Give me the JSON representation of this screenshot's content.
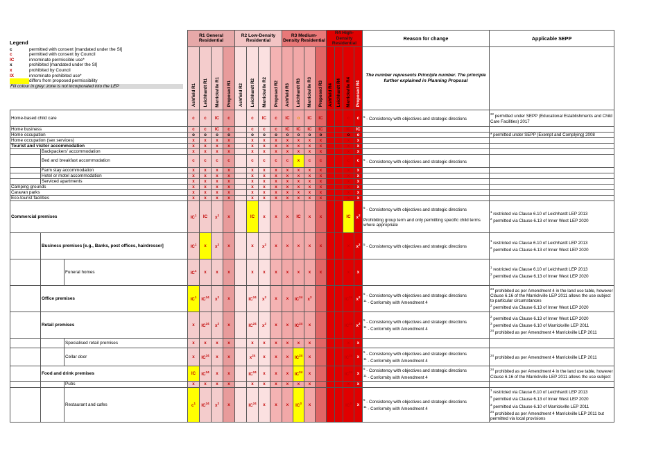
{
  "legend": {
    "title": "Legend",
    "items": [
      {
        "code": "c",
        "red": false,
        "yellow": false,
        "text": "permitted with consent [mandated under the SI]"
      },
      {
        "code": "c",
        "red": true,
        "yellow": false,
        "text": "permitted with consent by Council"
      },
      {
        "code": "IC",
        "red": true,
        "yellow": false,
        "text": "innominate permissible use*"
      },
      {
        "code": "x",
        "red": false,
        "yellow": false,
        "text": "prohibited [mandated under the SI]"
      },
      {
        "code": "x",
        "red": true,
        "yellow": false,
        "text": "prohibited by Council"
      },
      {
        "code": "IX",
        "red": true,
        "yellow": false,
        "text": "innominate prohibited use*"
      },
      {
        "code": "",
        "red": false,
        "yellow": true,
        "text": "differs from proposed permissibility"
      }
    ],
    "note": "Fill colour in grey: zone is not incorporated into the LEP"
  },
  "zones": [
    {
      "label": "R1 General Residential",
      "cols": [
        "Ashfield R1",
        "Leichhardt R1",
        "Marrickville R1",
        "Proposed R1"
      ]
    },
    {
      "label": "R2 Low-Density Residential",
      "cols": [
        "Ashfield R2",
        "Leichhardt R2",
        "Marrickville R2",
        "Proposed R2"
      ]
    },
    {
      "label": "R3 Medium-Density Residential",
      "cols": [
        "Ashfield R3",
        "Leichhardt R3",
        "Marrickville R3",
        "Proposed R3"
      ]
    },
    {
      "label": "R4 High-Density Residential",
      "cols": [
        "Ashfield R4",
        "Leichhardt R4",
        "Marrickville R4",
        "Proposed R4"
      ]
    }
  ],
  "headers": {
    "reason": "Reason for change",
    "sepp": "Applicable SEPP",
    "reason_note": "The number represents Principle number. The principle further explained in Planning Proposal"
  },
  "rows": [
    {
      "label": "Home-based child care",
      "level": 0,
      "bold": false,
      "h": 24,
      "vals": [
        "c",
        "c",
        "IC",
        "c",
        "",
        "c",
        "IC",
        "c",
        "IC",
        "o",
        "IC",
        "IC",
        "",
        "",
        "c",
        "c"
      ],
      "reason": "5 - Consistency with objectives and strategic directions",
      "sepp": "22 permitted under SEPP (Educational Establishments and Child Care Facilities) 2017"
    },
    {
      "label": "Home business",
      "level": 0,
      "bold": false,
      "h": 8,
      "vals": [
        "c",
        "c",
        "IC",
        "c",
        "",
        "c",
        "c",
        "c",
        "IC",
        "IC",
        "IC",
        "IC",
        "",
        "",
        "IC",
        "IC"
      ],
      "reason": "",
      "sepp": ""
    },
    {
      "label": "Home occupation",
      "level": 0,
      "bold": false,
      "h": 8,
      "vals": [
        "o",
        "o",
        "o",
        "o",
        "",
        "o",
        "o",
        "o",
        "o",
        "o",
        "o",
        "o",
        "",
        "",
        "o",
        "o"
      ],
      "reason": "",
      "sepp": "* permitted under SEPP (Exempt and Complying) 2008"
    },
    {
      "label": "Home occupation (sex services)",
      "level": 0,
      "bold": false,
      "h": 8,
      "vals": [
        "x",
        "x",
        "x",
        "x",
        "",
        "x",
        "x",
        "x",
        "x",
        "x",
        "x",
        "x",
        "",
        "",
        "x",
        "x"
      ],
      "reason": "",
      "sepp": ""
    },
    {
      "label": "Tourist and visitor accommodation",
      "level": 0,
      "bold": true,
      "h": 8,
      "vals": [
        "x",
        "x",
        "x",
        "x",
        "",
        "x",
        "x",
        "x",
        "x",
        "x",
        "x",
        "x",
        "",
        "",
        "x",
        "x"
      ],
      "reason": "",
      "sepp": ""
    },
    {
      "label": "Backpackers' accommodation",
      "level": 1,
      "bold": false,
      "h": 8,
      "vals": [
        "x",
        "x",
        "x",
        "x",
        "",
        "x",
        "x",
        "x",
        "x",
        "x",
        "x",
        "x",
        "",
        "",
        "x",
        "x"
      ],
      "reason": "",
      "sepp": ""
    },
    {
      "label": "Bed and breakfast accommodation",
      "level": 1,
      "bold": false,
      "h": 19,
      "vals": [
        "c",
        "c",
        "c",
        "c",
        "",
        "c",
        "c",
        "c",
        "c",
        "x",
        "c",
        "c",
        "",
        "",
        "c",
        "c"
      ],
      "reason": "5 - Consistency with objectives and strategic directions",
      "sepp": ""
    },
    {
      "label": "Farm stay accommodation",
      "level": 1,
      "bold": false,
      "h": 8,
      "vals": [
        "x",
        "x",
        "x",
        "x",
        "",
        "x",
        "x",
        "x",
        "x",
        "x",
        "x",
        "x",
        "",
        "",
        "x",
        "x"
      ],
      "reason": "",
      "sepp": ""
    },
    {
      "label": "Hotel or motel accommodation",
      "level": 1,
      "bold": false,
      "h": 8,
      "vals": [
        "x",
        "x",
        "x",
        "x",
        "",
        "x",
        "x",
        "x",
        "x",
        "x",
        "x",
        "x",
        "",
        "",
        "x",
        "x"
      ],
      "reason": "",
      "sepp": ""
    },
    {
      "label": "Serviced apartments",
      "level": 1,
      "bold": false,
      "h": 8,
      "vals": [
        "x",
        "x",
        "x",
        "x",
        "",
        "x",
        "x",
        "x",
        "x",
        "x",
        "x",
        "x",
        "",
        "",
        "x",
        "x"
      ],
      "reason": "",
      "sepp": ""
    },
    {
      "label": "Camping grounds",
      "level": 0,
      "bold": false,
      "h": 8,
      "vals": [
        "x",
        "x",
        "x",
        "x",
        "",
        "x",
        "x",
        "x",
        "x",
        "x",
        "x",
        "x",
        "",
        "",
        "x",
        "x"
      ],
      "reason": "",
      "sepp": ""
    },
    {
      "label": "Caravan parks",
      "level": 0,
      "bold": false,
      "h": 8,
      "vals": [
        "x",
        "x",
        "x",
        "x",
        "",
        "x",
        "x",
        "x",
        "x",
        "x",
        "x",
        "x",
        "",
        "",
        "x",
        "x"
      ],
      "reason": "",
      "sepp": ""
    },
    {
      "label": "Eco-tourist facilities",
      "level": 0,
      "bold": false,
      "h": 8,
      "vals": [
        "x",
        "x",
        "x",
        "x",
        "",
        "x",
        "x",
        "x",
        "x",
        "x",
        "x",
        "x",
        "",
        "",
        "x",
        "x"
      ],
      "reason": "",
      "sepp": ""
    },
    {
      "label": "Commercial premises",
      "level": 0,
      "bold": true,
      "h": 46,
      "vals": [
        "IC1",
        "IC",
        "x2",
        "x",
        "",
        "IC",
        "x",
        "x",
        "x",
        "IC",
        "x",
        "x",
        "",
        "",
        "IC",
        "x2"
      ],
      "reason": "5 - Consistency with objectives and strategic directions\n\nProhibiting group term and only permitting specific child terms where appropriate",
      "sepp": "1 restricted via Clause 6.10 of Leichhardt LEP 2013\n2 permitted via Clause 6.13 of Inner West LEP 2020"
    },
    {
      "label": "Business premises [e.g., Banks, post offices, hairdresser]",
      "level": 1,
      "bold": true,
      "h": 38,
      "vals": [
        "IC1",
        "x",
        "x2",
        "x",
        "",
        "x",
        "x2",
        "x",
        "x",
        "x",
        "x",
        "x",
        "",
        "",
        "x",
        "x2"
      ],
      "reason": "5 - Consistency with objectives and strategic directions",
      "sepp": "1 restricted via Clause 6.10 of Leichhardt LEP 2013\n2 permitted via Clause 6.13 of Inner West LEP 2020"
    },
    {
      "label": "Funeral homes",
      "level": 2,
      "bold": false,
      "h": 38,
      "vals": [
        "IC1",
        "x",
        "x",
        "x",
        "",
        "x",
        "x",
        "x",
        "x",
        "x",
        "x",
        "x",
        "",
        "",
        "x",
        "x"
      ],
      "reason": "",
      "sepp": "1 restricted via Clause 6.10 of Leichhardt LEP 2013\n2 permitted via Clause 6.13 of Inner West LEP 2020"
    },
    {
      "label": "Office premises",
      "level": 1,
      "bold": true,
      "h": 38,
      "vals": [
        "IC1",
        "IC24",
        "x2",
        "x",
        "",
        "IC24",
        "x2",
        "x",
        "x",
        "IC24",
        "x2",
        "",
        "",
        "",
        "IC24",
        "x2"
      ],
      "reason": "5 - Consistency with objectives and strategic directions\n11 - Conformity with Amendment 4",
      "sepp": "24 prohibited as per Amendment 4 in the land use table, however Clause 6.16 of the Marrickville LEP 2011 allows the use subject to particular circumstances\n2 permitted via Clause 6.13 of Inner West LEP 2020"
    },
    {
      "label": "Retail premises",
      "level": 1,
      "bold": true,
      "h": 38,
      "vals": [
        "x",
        "IC24",
        "x2",
        "x",
        "",
        "IC24",
        "x2",
        "x",
        "x",
        "IC24",
        "x",
        "",
        "",
        "",
        "IC24",
        "x2"
      ],
      "reason": "5 - Consistency with objectives and strategic directions\n11 - Conformity with Amendment 4",
      "sepp": "2 permitted via Clause 6.13 of Inner West LEP 2020\n3 permitted via Clause 6.10 of Marrickville LEP 2011\n24 prohibited as per Amendment 4 Marrickville LEP 2011"
    },
    {
      "label": "Specialised retail premises",
      "level": 2,
      "bold": false,
      "h": 14,
      "vals": [
        "x",
        "x",
        "x",
        "x",
        "",
        "x",
        "x",
        "x",
        "x",
        "x",
        "x",
        "",
        "",
        "",
        "x",
        "x"
      ],
      "reason": "",
      "sepp": ""
    },
    {
      "label": "Cellar door",
      "level": 2,
      "bold": false,
      "h": 26,
      "vals": [
        "x",
        "IC24",
        "x",
        "x",
        "",
        "x24",
        "x",
        "x",
        "x",
        "IC24",
        "x",
        "",
        "",
        "",
        "IC24",
        "x"
      ],
      "reason": "5 - Consistency with objectives and strategic directions\n11 - Conformity with Amendment 4",
      "sepp": "24 prohibited as per Amendment 4 Marrickville LEP 2011"
    },
    {
      "label": "Food and drink premises",
      "level": 1,
      "bold": true,
      "h": 22,
      "vals": [
        "IC",
        "IC24",
        "x",
        "x",
        "",
        "IC24",
        "x",
        "x",
        "x",
        "IC24",
        "x",
        "",
        "",
        "",
        "IC24",
        "x"
      ],
      "reason": "5 - Consistency with objectives and strategic directions\n11 - Conformity with Amendment 4",
      "sepp": "24 prohibited as per Amendment 4 in the land use table, however Clause 6.16 of the Marrickville LEP 2011 allows the use subject"
    },
    {
      "label": "Pubs",
      "level": 2,
      "bold": false,
      "h": 9,
      "vals": [
        "x",
        "x",
        "x",
        "x",
        "",
        "x",
        "x",
        "x",
        "x",
        "x",
        "x",
        "",
        "",
        "",
        "x",
        "x"
      ],
      "reason": "",
      "sepp": ""
    },
    {
      "label": "Restaurant and cafes",
      "level": 2,
      "bold": false,
      "h": 50,
      "vals": [
        "c1",
        "IC24",
        "x2",
        "x",
        "",
        "IC24",
        "x",
        "x",
        "x",
        "IC3",
        "x",
        "",
        "",
        "",
        "IC3",
        "x"
      ],
      "reason": "5 - Consistency with objectives and strategic directions\n11 - Conformity with Amendment 4",
      "sepp": "1 restricted via Clause 6.10 of Leichhardt LEP 2013\n2 permitted via Clause 6.13 of Inner West LEP 2020\n3 permitted via Clause 6.10 of Marrickville LEP 2011\n24 prohibited as per Amendment 4 Marrickville LEP 2011 but permitted via local provisions"
    }
  ]
}
